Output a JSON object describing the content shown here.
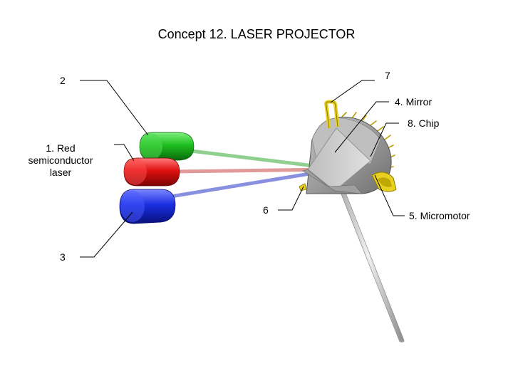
{
  "title": "Concept 12. LASER PROJECTOR",
  "labels": {
    "red_laser": [
      "1. Red",
      "semiconductor",
      "laser"
    ],
    "green_laser": "2",
    "blue_laser": "3",
    "mirror": "4. Mirror",
    "micromotor": "5. Micromotor",
    "base": "6",
    "pivot": "7",
    "chip": "8. Chip"
  },
  "colors": {
    "green": "#1fbf1f",
    "red": "#e01010",
    "blue": "#1a2ee0",
    "yellow": "#e8d020",
    "beam_green": "#8fd08f",
    "beam_red": "#e09a9a",
    "beam_blue": "#8a90e0"
  }
}
